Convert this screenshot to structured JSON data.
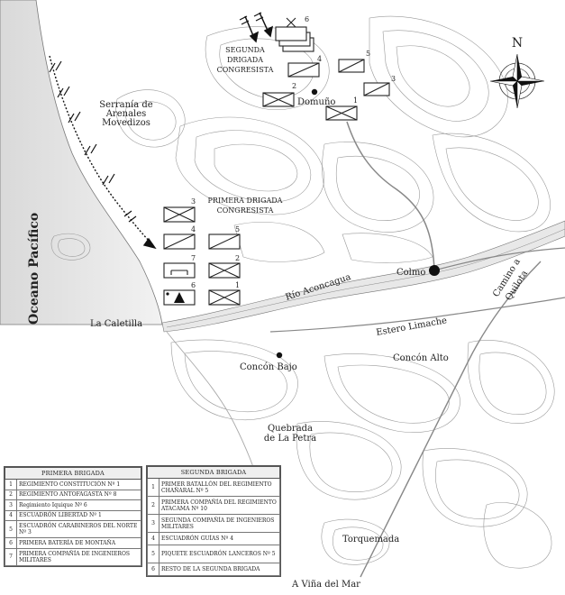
{
  "labels": {
    "ocean": "Oceano Pacífico",
    "serrania_1": "Serranía de",
    "serrania_2": "Arenales",
    "serrania_3": "Movedizos",
    "segunda_1": "SEGUNDA",
    "segunda_2": "DRIGADA",
    "segunda_3": "CONGRESISTA",
    "primera_1": "PRIMERA DRIGADA",
    "primera_2": "CONGRESISTA",
    "domuno": "Domuño",
    "colmo": "Colmo",
    "rio": "Río Aconcagua",
    "estero": "Estero Limache",
    "caletilla": "La Caletilla",
    "concon_bajo": "Concón Bajo",
    "concon_alto": "Concón Alto",
    "camino_1": "Camino a",
    "camino_2": "Quilota",
    "quebrada_1": "Quebrada",
    "quebrada_2": "de La Petra",
    "torquemada": "Torquemada",
    "vina": "A Viña del Mar",
    "compass_n": "N"
  },
  "units": {
    "segunda": [
      "6",
      "4",
      "5",
      "3",
      "2",
      "1"
    ],
    "primera": [
      "3",
      "4",
      "5",
      "7",
      "2",
      "6",
      "1"
    ]
  },
  "legend_primera": {
    "header": "PRIMERA BRIGADA",
    "rows": [
      {
        "num": "1",
        "text": "REGIMIENTO CONSTITUCIÓN Nº 1"
      },
      {
        "num": "2",
        "text": "REGIMIENTO ANTOFAGASTA Nº 8"
      },
      {
        "num": "3",
        "text": "Regimiento Iquique Nº 6"
      },
      {
        "num": "4",
        "text": "ESCUADRÓN LIBERTAD Nº 1"
      },
      {
        "num": "5",
        "text": "ESCUADRÓN CARABINEROS DEL NORTE Nº 3"
      },
      {
        "num": "6",
        "text": "PRIMERA BATERÍA DE MONTAÑA"
      },
      {
        "num": "7",
        "text": "PRIMERA COMPAÑÍA DE INGENIEROS MILITARES"
      }
    ]
  },
  "legend_segunda": {
    "header": "SEGUNDA BRIGADA",
    "rows": [
      {
        "num": "1",
        "text": "PRIMER BATALLÓN DEL REGIMIENTO CHAÑARAL Nº 5"
      },
      {
        "num": "2",
        "text": "PRIMERA COMPAÑÍA DEL REGIMIENTO ATACAMA Nº 10"
      },
      {
        "num": "3",
        "text": "SEGUNDA COMPAÑÍA DE INGENIEROS MILITARES"
      },
      {
        "num": "4",
        "text": "ESCUADRÓN GUÍAS Nº 4"
      },
      {
        "num": "5",
        "text": "PIQUETE ESCUADRÓN LANCEROS Nº 5"
      },
      {
        "num": "6",
        "text": "RESTO DE LA SEGUNDA BRIGADA"
      }
    ]
  }
}
